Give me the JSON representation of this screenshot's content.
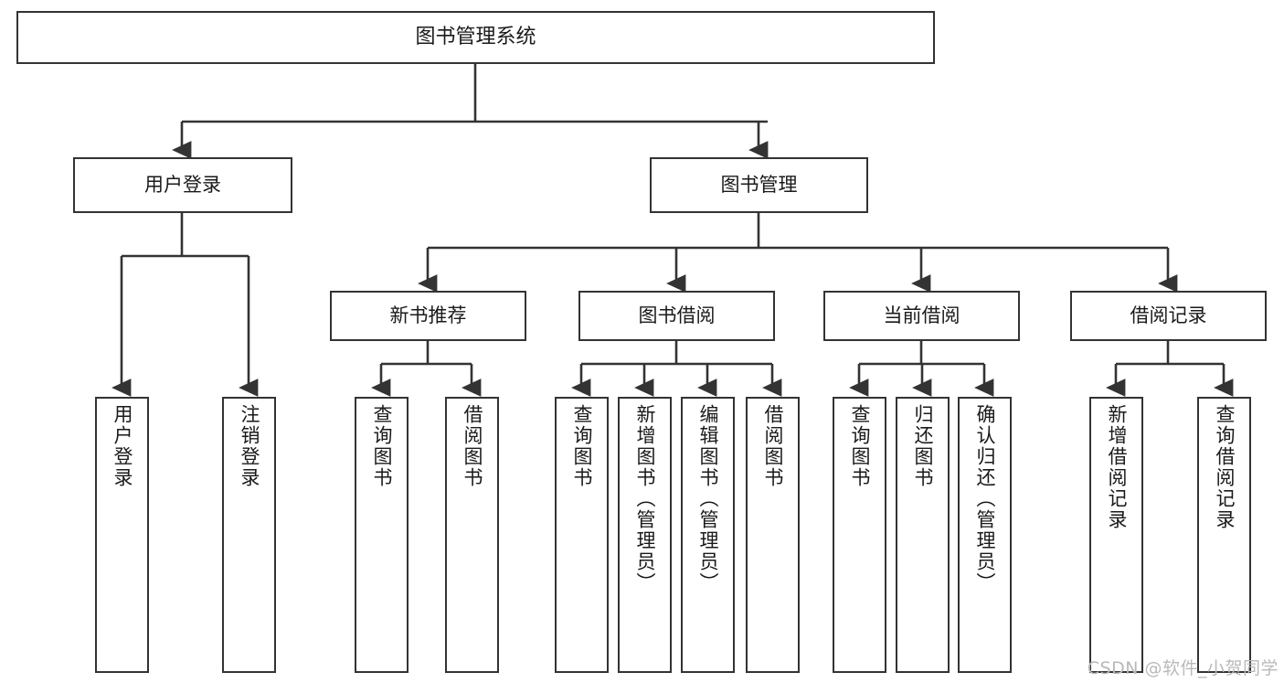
{
  "diagram": {
    "title": "图书管理系统",
    "type": "tree-structure-chart",
    "colors": {
      "background": "#ffffff",
      "node_border": "#333333",
      "node_fill": "#ffffff",
      "edge": "#333333",
      "text": "#1a1a1a",
      "watermark": "#b9b9b9"
    },
    "root": {
      "label": "图书管理系统"
    },
    "level1": [
      {
        "label": "用户登录"
      },
      {
        "label": "图书管理"
      }
    ],
    "level2": [
      {
        "label": "新书推荐"
      },
      {
        "label": "图书借阅"
      },
      {
        "label": "当前借阅"
      },
      {
        "label": "借阅记录"
      }
    ],
    "leaves": {
      "user_login": [
        {
          "label": "用户登录"
        },
        {
          "label": "注销登录"
        }
      ],
      "new_book_recommend": [
        {
          "label": "查询图书"
        },
        {
          "label": "借阅图书"
        }
      ],
      "book_borrow": [
        {
          "label": "查询图书"
        },
        {
          "label": "新增图书（管理员）"
        },
        {
          "label": "编辑图书（管理员）"
        },
        {
          "label": "借阅图书"
        }
      ],
      "current_borrow": [
        {
          "label": "查询图书"
        },
        {
          "label": "归还图书"
        },
        {
          "label": "确认归还（管理员）"
        }
      ],
      "borrow_record": [
        {
          "label": "新增借阅记录"
        },
        {
          "label": "查询借阅记录"
        }
      ]
    }
  },
  "watermark": {
    "text": "CSDN @软件_小贺同学"
  }
}
